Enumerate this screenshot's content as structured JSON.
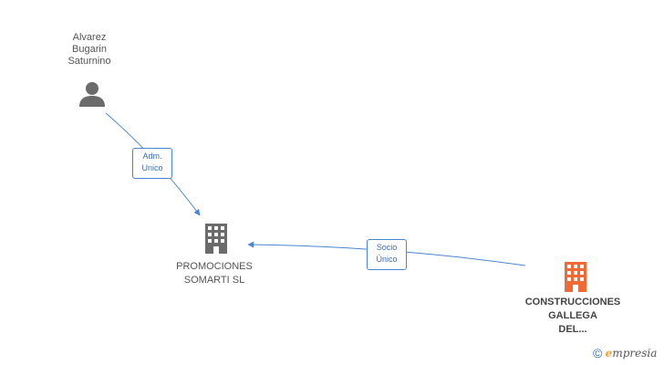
{
  "nodes": {
    "person": {
      "name_lines": [
        "Alvarez",
        "Bugarin",
        "Saturnino"
      ],
      "icon": "person-icon"
    },
    "company_a": {
      "name_lines": [
        "PROMOCIONES",
        "SOMARTI SL"
      ],
      "icon": "building-icon",
      "color": "#6b6b6b"
    },
    "company_b": {
      "name_lines": [
        "CONSTRUCCIONES",
        "GALLEGA",
        "DEL..."
      ],
      "icon": "building-icon",
      "color": "#f06a35"
    }
  },
  "edges": [
    {
      "label_lines": [
        "Adm.",
        "Unico"
      ]
    },
    {
      "label_lines": [
        "Socio",
        "Único"
      ]
    }
  ],
  "watermark": {
    "symbol": "©",
    "brand_initial": "e",
    "brand_rest": "mpresia"
  },
  "colors": {
    "edge": "#4a86d0",
    "person_icon": "#6b6b6b"
  }
}
